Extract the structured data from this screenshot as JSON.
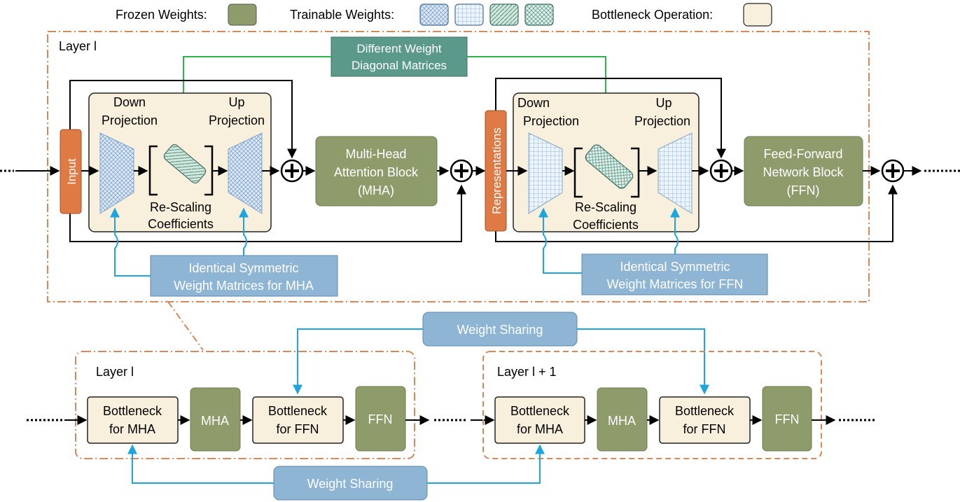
{
  "legend": {
    "frozen": "Frozen Weights:",
    "trainable": "Trainable Weights:",
    "bottleneck": "Bottleneck Operation:"
  },
  "colors": {
    "frozen": "#8d9c6a",
    "bottleneck_bg": "#f8f0dc",
    "orange": "#e07a45",
    "teal": "#5b9a8b",
    "blue_box": "#8fb5d5",
    "green_arrow": "#2db34a",
    "blue_arrow": "#1ea5e0",
    "frame": "#d4895a"
  },
  "top": {
    "layer_title": "Layer l",
    "diff_weights": [
      "Different Weight",
      "Diagonal Matrices"
    ],
    "left": {
      "input": "Input",
      "down": [
        "Down",
        "Projection"
      ],
      "up": [
        "Up",
        "Projection"
      ],
      "rescale": [
        "Re-Scaling",
        "Coefficients"
      ],
      "block": [
        "Multi-Head",
        "Attention Block",
        "(MHA)"
      ],
      "identical": [
        "Identical Symmetric",
        "Weight Matrices for MHA"
      ]
    },
    "right": {
      "input": "Representations",
      "down": [
        "Down",
        "Projection"
      ],
      "up": [
        "Up",
        "Projection"
      ],
      "rescale": [
        "Re-Scaling",
        "Coefficients"
      ],
      "block": [
        "Feed-Forward",
        "Network Block",
        "(FFN)"
      ],
      "identical": [
        "Identical Symmetric",
        "Weight Matrices for FFN"
      ]
    }
  },
  "bottom": {
    "weight_sharing_top": "Weight Sharing",
    "weight_sharing_bottom": "Weight Sharing",
    "layer_a": {
      "title": "Layer l",
      "bn_mha": [
        "Bottleneck",
        "for MHA"
      ],
      "mha": "MHA",
      "bn_ffn": [
        "Bottleneck",
        "for FFN"
      ],
      "ffn": "FFN"
    },
    "layer_b": {
      "title": "Layer l + 1",
      "bn_mha": [
        "Bottleneck",
        "for MHA"
      ],
      "mha": "MHA",
      "bn_ffn": [
        "Bottleneck",
        "for FFN"
      ],
      "ffn": "FFN"
    }
  }
}
